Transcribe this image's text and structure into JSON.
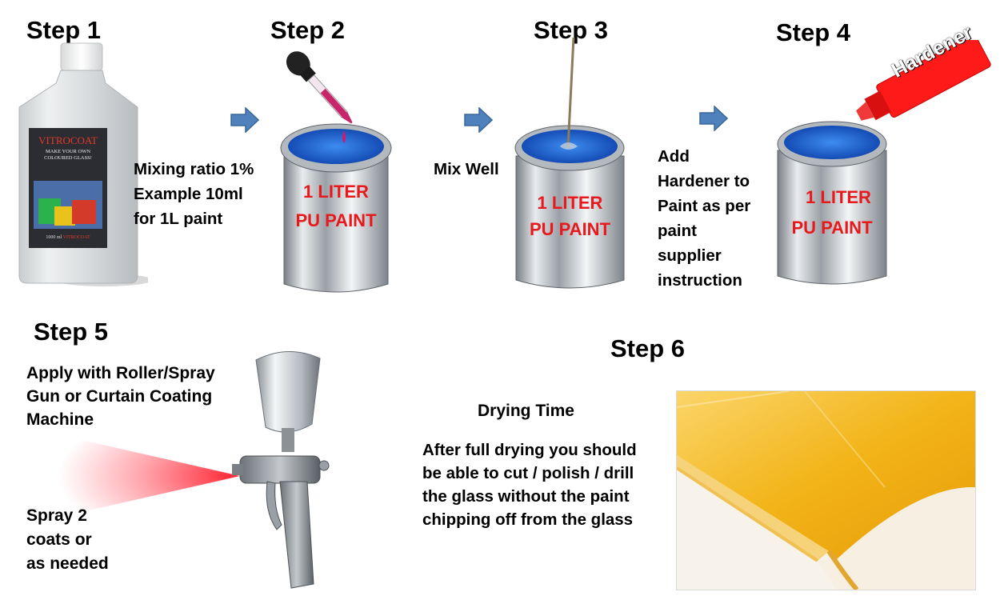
{
  "steps": {
    "s1": "Step 1",
    "s2": "Step 2",
    "s3": "Step 3",
    "s4": "Step 4",
    "s5": "Step 5",
    "s6": "Step 6"
  },
  "bottle": {
    "brand": "VITROCOAT",
    "tagline1": "MAKE YOUR OWN",
    "tagline2": "COLOURED GLASS!",
    "volume": "1000 ml",
    "brand_small": "VITROCOAT"
  },
  "step1_text": [
    "Mixing ratio 1%",
    "Example 10ml",
    "for 1L paint"
  ],
  "step2_text": "Mix Well",
  "step3_text": [
    "Add",
    "Hardener to",
    "Paint as per",
    "paint",
    "supplier",
    "instruction"
  ],
  "can": {
    "line1": "1 LITER",
    "line2": "PU PAINT"
  },
  "hardener_label": "Hardener",
  "step5_text": [
    "Apply with Roller/Spray",
    "Gun or Curtain Coating",
    "Machine"
  ],
  "step5_spray_text": [
    "Spray 2",
    "coats or",
    "as needed"
  ],
  "step6_title": "Drying Time",
  "step6_text": [
    "After full drying you should",
    "be able to cut / polish / drill",
    "the glass without the paint",
    "chipping off from the glass"
  ],
  "colors": {
    "arrow": "#4f81bd",
    "can_label": "#e8191c",
    "paint": "#1a5fd0",
    "hardener": "#ff1a1a",
    "glass": "#f2b418"
  }
}
